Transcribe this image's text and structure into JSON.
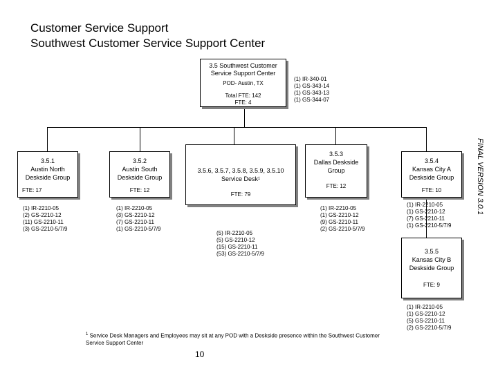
{
  "title_line1": "Customer Service Support",
  "title_line2": "Southwest Customer Service Support Center",
  "vertical_label": "FINAL VERSION 3.0.1",
  "root": {
    "name_line1": "3.5 Southwest Customer",
    "name_line2": "Service Support Center",
    "pod": "POD- Austin, TX",
    "total_fte": "Total FTE: 142",
    "fte": "FTE: 4",
    "positions": "(1) IR-340-01\n(1) GS-343-14\n(1) GS-343-13\n(1) GS-344-07"
  },
  "units": [
    {
      "id_line": "3.5.1",
      "name_line1": "Austin North",
      "name_line2": "Deskside Group",
      "fte": "FTE: 17",
      "positions": "(1) IR-2210-05\n(2) GS-2210-12\n(11) GS-2210-11\n(3) GS-2210-5/7/9"
    },
    {
      "id_line": "3.5.2",
      "name_line1": "Austin South",
      "name_line2": "Deskside Group",
      "fte": "FTE: 12",
      "positions": "(1) IR-2210-05\n(3) GS-2210-12\n(7) GS-2210-11\n(1) GS-2210-5/7/9"
    },
    {
      "id_line": "3.5.6, 3.5.7, 3.5.8, 3.5.9, 3.5.10",
      "name_line1": "Service Desk¹",
      "name_line2": "",
      "fte": "FTE: 79",
      "positions": "(5) IR-2210-05\n(5) GS-2210-12\n(15) GS-2210-11\n(53) GS-2210-5/7/9"
    },
    {
      "id_line": "3.5.3",
      "name_line1": "Dallas Deskside",
      "name_line2": "Group",
      "fte": "FTE: 12",
      "positions": "(1) IR-2210-05\n(1) GS-2210-12\n(9) GS-2210-11\n(2) GS-2210-5/7/9"
    },
    {
      "id_line": "3.5.4",
      "name_line1": "Kansas City A",
      "name_line2": "Deskside Group",
      "fte": "FTE: 10",
      "positions": "(1) IR-2210-05\n(1) GS-2210-12\n(7) GS-2210-11\n(1) GS-2210-5/7/9"
    },
    {
      "id_line": "3.5.5",
      "name_line1": "Kansas City B",
      "name_line2": "Deskside Group",
      "fte": "FTE: 9",
      "positions": "(1) IR-2210-05\n(1) GS-2210-12\n(5) GS-2210-11\n(2) GS-2210-5/7/9"
    }
  ],
  "footnote_mark": "1",
  "footnote_text": "Service Desk Managers and Employees may sit at any POD with a Deskside presence within the Southwest Customer Service Support Center",
  "page_number": "10"
}
